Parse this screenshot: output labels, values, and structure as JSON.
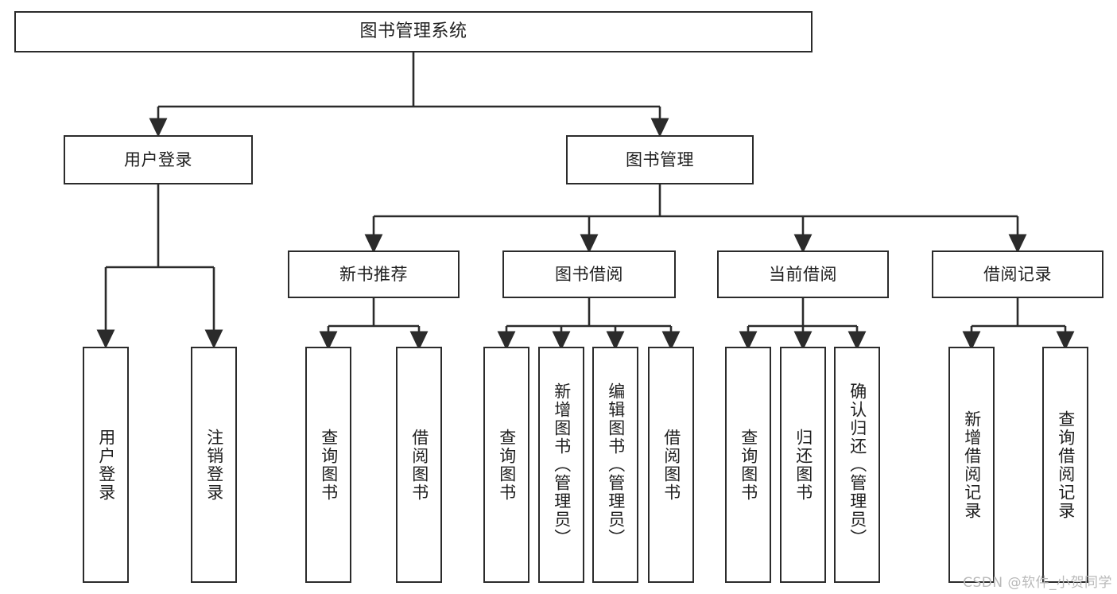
{
  "diagram": {
    "title": "图书管理系统",
    "type": "tree",
    "watermark": "CSDN @软件_小贺同学",
    "colors": {
      "stroke": "#2b2b2b",
      "fill": "#ffffff",
      "text": "#1f1f1f",
      "watermark": "#b9b9b9"
    },
    "root": {
      "label": "图书管理系统"
    },
    "level2": [
      {
        "label": "用户登录"
      },
      {
        "label": "图书管理"
      }
    ],
    "level3": [
      {
        "label": "新书推荐"
      },
      {
        "label": "图书借阅"
      },
      {
        "label": "当前借阅"
      },
      {
        "label": "借阅记录"
      }
    ],
    "leaves": {
      "user_login": [
        {
          "label": "用户登录"
        },
        {
          "label": "注销登录"
        }
      ],
      "new_book_recommend": [
        {
          "label": "查询图书"
        },
        {
          "label": "借阅图书"
        }
      ],
      "book_borrow": [
        {
          "label": "查询图书"
        },
        {
          "label": "新增图书（管理员）"
        },
        {
          "label": "编辑图书（管理员）"
        },
        {
          "label": "借阅图书"
        }
      ],
      "current_borrow": [
        {
          "label": "查询图书"
        },
        {
          "label": "归还图书"
        },
        {
          "label": "确认归还（管理员）"
        }
      ],
      "borrow_record": [
        {
          "label": "新增借阅记录"
        },
        {
          "label": "查询借阅记录"
        }
      ]
    }
  }
}
